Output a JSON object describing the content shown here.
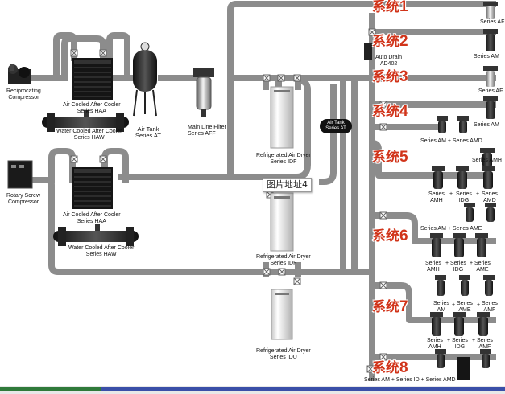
{
  "equipment_labels": {
    "reciprocating_compressor": "Reciprocating\nCompressor",
    "rotary_screw_compressor": "Rotary Screw\nCompressor",
    "air_cooled_aftercooler_1": "Air Cooled After Cooler\nSeries HAA",
    "air_cooled_aftercooler_2": "Air Cooled After Cooler\nSeries HAA",
    "water_cooled_aftercooler_1": "Water Cooled After Cooler\nSeries HAW",
    "water_cooled_aftercooler_2": "Water Cooled After Cooler\nSeries HAW",
    "air_tank_1": "Air Tank\nSeries AT",
    "air_tank_2": "Air Tank\nSeries AT",
    "main_line_filter": "Main Line Filter\nSeries AFF",
    "refrigerated_dryer_1": "Refrigerated Air Dryer\nSeries IDF",
    "refrigerated_dryer_2": "Refrigerated Air Dryer\nSeries IDF",
    "refrigerated_dryer_3": "Refrigerated Air Dryer\nSeries IDU",
    "auto_drain": "Auto Drain\nAD402"
  },
  "systems": [
    {
      "id": "sys1",
      "label": "系统",
      "number": "1"
    },
    {
      "id": "sys2",
      "label": "系统",
      "number": "2"
    },
    {
      "id": "sys3",
      "label": "系统",
      "number": "3"
    },
    {
      "id": "sys4",
      "label": "系统",
      "number": "4"
    },
    {
      "id": "sys5",
      "label": "系统",
      "number": "5"
    },
    {
      "id": "sys6",
      "label": "系统",
      "number": "6"
    },
    {
      "id": "sys7",
      "label": "系统",
      "number": "7"
    },
    {
      "id": "sys8",
      "label": "系统",
      "number": "8"
    }
  ],
  "series_labels": {
    "s1": "Series AF",
    "s2": "Series AM",
    "s3": "Series AF",
    "s4": "Series AM",
    "s5_top": "Series AM + Series AMD",
    "s5_amh": "Series AMH",
    "s5_bottom_1": "Series\nAMH",
    "s5_bottom_2": "Series\nIDG",
    "s5_bottom_3": "Series\nAMD",
    "s6_top": "Series AM + Series AME",
    "s6_bottom_1": "Series\nAMH",
    "s6_bottom_2": "Series\nIDG",
    "s6_bottom_3": "Series\nAME",
    "s7_top_1": "Series\nAM",
    "s7_top_2": "Series\nAME",
    "s7_top_3": "Series\nAMF",
    "s7_bottom_1": "Series\nAMH",
    "s7_bottom_2": "Series\nIDG",
    "s7_bottom_3": "Series\nAMF",
    "s8": "Series AM + Series ID + Series AMD"
  },
  "plus": "+",
  "tooltip": "图片地址4",
  "colors": {
    "pipe": "#8c8c8c",
    "system_label": "#d1341a",
    "bottom_bar": "#2f7a3a"
  }
}
